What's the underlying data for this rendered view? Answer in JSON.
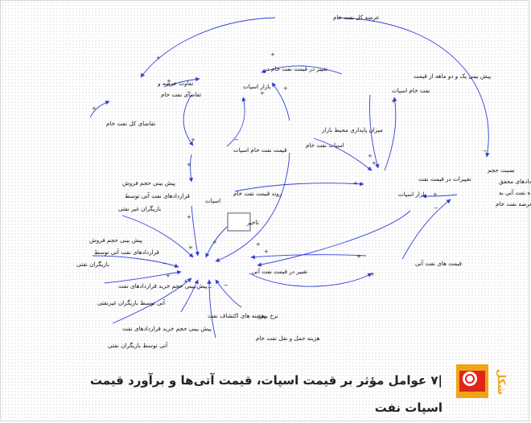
{
  "nodes": {
    "total_supply": "عرضه کل نفت خام",
    "supply_demand_gap_1": "تفاوت عرضه و",
    "supply_demand_gap_2": "تقاضای نفت خام",
    "total_demand": "تقاضای کل نفت خام",
    "spot_change_1": "تغییر در قیمت نفت خام در",
    "spot_change_2": "بازار اسپات",
    "forecast_1": "پیش بینی یک و دو ماهه از قیمت",
    "forecast_2": "نفت خام اسپات",
    "spot_price": "قیمت نفت خام اسپات",
    "stability_1": "میزان پایداری محیط بازار",
    "stability_2": "اسپات نفت خام",
    "spot_trend_1": "روند قیمت نفت خام",
    "spot_trend_2": "اسپات",
    "spot_changes_1": "تغییرات در قیمت نفت",
    "spot_changes_2": "بازار اسپات",
    "ratio_1": "نسبت حجم",
    "ratio_2": "قراردادهای محقق",
    "ratio_3": "شده نفت آتی به",
    "ratio_4": "عرضه نفت خام",
    "sell_noncom_1": "پیش بینی حجم فروش",
    "sell_noncom_2": "قراردادهای نفت آتی توسط",
    "sell_noncom_3": "بازیگران غیر نفتی",
    "delay": "تاخیر",
    "sell_com_1": "پیش بینی حجم فروش",
    "sell_com_2": "قراردادهای نفت آتی توسط",
    "sell_com_3": "بازیگران نفتی",
    "futures_change": "تغییر در قیمت نفت آتی",
    "futures_price": "قیمت های نفت آتی",
    "buy_noncom_1": "پیش بینی حجم خرید قراردادهای نفت",
    "buy_noncom_2": "آتی توسط بازیگران غیرنفتی",
    "exploration": "هزینه های اکتشاف نفت",
    "interest": "نرخ بهره",
    "buy_com_1": "پیش بینی حجم خرید قراردادهای نفت",
    "buy_com_2": "آتی توسط بازیگران نفتی",
    "transport": "هزینه حمل و نقل نفت خام"
  },
  "signs": {
    "plus": "+",
    "minus": "−"
  },
  "caption": "عوامل مؤثر بر قیمت اسپات، قیمت آتی‌ها و برآورد قیمت اسپات نفت",
  "caption_number": "۷",
  "brand": "شکل",
  "colors": {
    "arrow": "#2f3fd8",
    "logo_gold": "#f0a417",
    "logo_red": "#e2231a"
  }
}
